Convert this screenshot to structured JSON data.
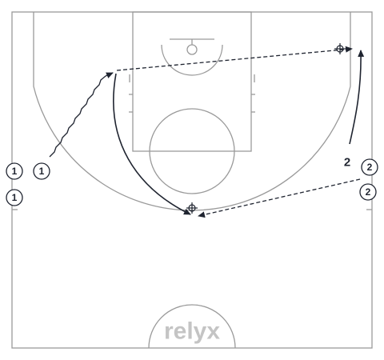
{
  "players": [
    {
      "id": "p1a",
      "label": "1"
    },
    {
      "id": "p1b",
      "label": "1"
    },
    {
      "id": "p1c",
      "label": "1"
    },
    {
      "id": "p2a",
      "label": "2"
    },
    {
      "id": "p2b",
      "label": "2"
    }
  ],
  "annotations": {
    "cut_label": "2"
  },
  "brand": {
    "logo_text": "relyx"
  },
  "colors": {
    "court_lines": "#9a9a9a",
    "ink": "#1f2430",
    "logo": "#c4c4c4"
  }
}
